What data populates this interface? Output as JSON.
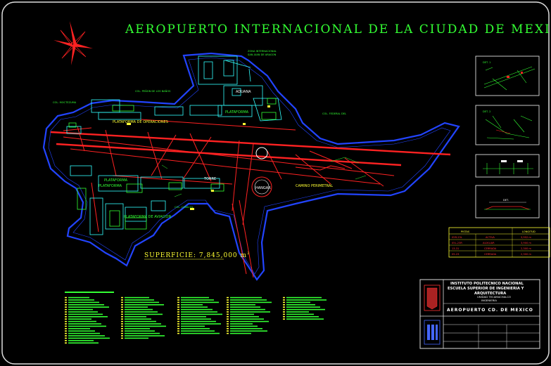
{
  "title": "AEROPUERTO INTERNACIONAL DE LA CIUDAD DE MEXICO",
  "superficie": "SUPERFICIE: 7,845,000 m",
  "superficie_exp": "2",
  "labels": {
    "plataforma_operaciones": "PLATAFORMA DE OPERACIONES",
    "plataforma_top": "PLATAFORMA",
    "plataforma_mid": "PLATAFORMA",
    "plataforma_aviacion": "PLATAFORMA DE AVIACION",
    "plataforma_left": "PLATAFORMA",
    "camino_perimetral": "CAMINO PERIMETRAL",
    "hangar": "HANGAR",
    "torre": "TORRE",
    "aduana": "ADUANA",
    "col_penon": "COL. PEÑON DE LOS BAÑOS",
    "col_federal": "COL. FEDERAL DEL",
    "col_moctezuma": "COL. MOCTEZUMA",
    "col_caracol": "COL. CARACOL",
    "top_zone": "ZONA INTERNACIONAL",
    "top_zone2": "SAN JUAN DE ARAGON"
  },
  "legend_table": {
    "headers": [
      "PISTAS",
      "",
      "LONGITUD"
    ],
    "rows": [
      [
        "05R-23L",
        "ACTIVA",
        "3,952 m"
      ],
      [
        "05L-23R",
        "AUXILIAR",
        "3,900 m"
      ],
      [
        "13-31",
        "CERRADA",
        "2,300 m"
      ],
      [
        "05-23",
        "CERRADA",
        "2,300 m"
      ]
    ]
  },
  "title_block": {
    "institution": "INSTITUTO POLITECNICO NACIONAL",
    "school": "ESCUELA SUPERIOR DE INGENIERIA Y",
    "school2": "ARQUITECTURA",
    "unit": "UNIDAD TECAMACHALCO",
    "dept": "INGENIERIA",
    "drawing_title": "AEROPUERTO CD. DE MEXICO"
  },
  "colors": {
    "background": "#000000",
    "runway": "#ff2222",
    "outline": "#2244ff",
    "green": "#33ff33",
    "yellow": "#ffff33",
    "cyan": "#33ffff",
    "white": "#ffffff",
    "frame": "#dddddd"
  },
  "icons": [
    "north-arrow-icon"
  ]
}
